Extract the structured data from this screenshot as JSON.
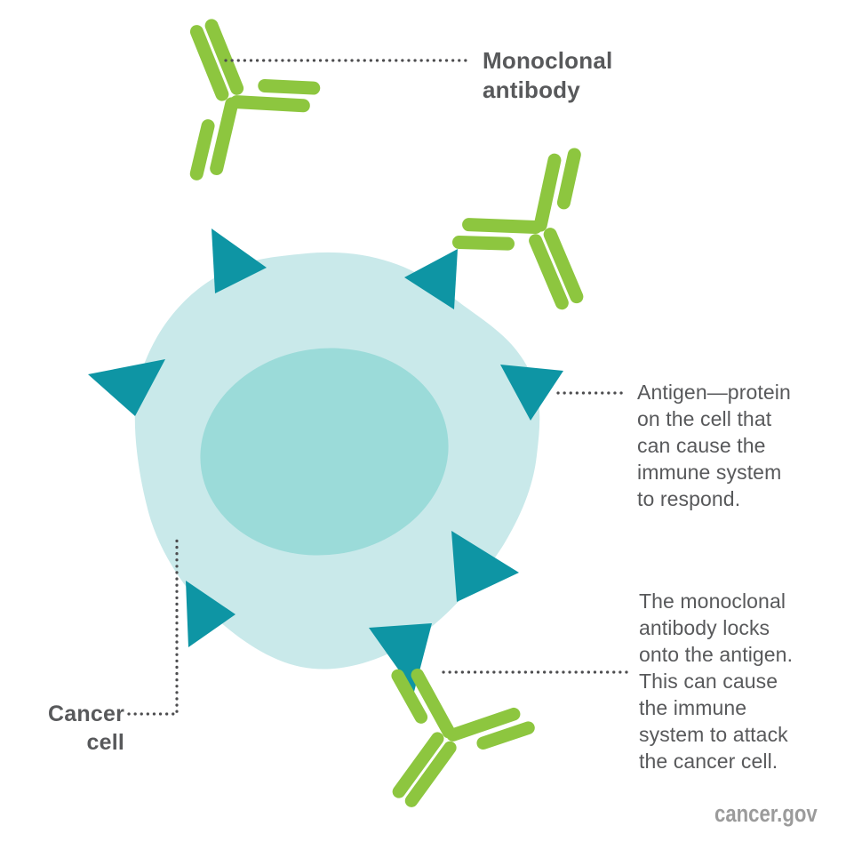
{
  "diagram": {
    "callouts": {
      "monoclonal_label": "Monoclonal\nantibody",
      "antigen_note": "Antigen—protein\non the cell that\ncan cause the\nimmune system\nto respond.",
      "mechanism_note": "The monoclonal\nantibody locks\nonto the antigen.\nThis can cause\nthe immune\nsystem to attack\nthe cancer cell.",
      "cancer_cell_label": "Cancer\ncell",
      "attribution": "cancer.gov"
    },
    "colors": {
      "antibody_green": "#8DC63F",
      "cell_body": "#C9E9EA",
      "cell_nucleus": "#9BDBD9",
      "antigen_teal": "#0E95A4",
      "text_dark": "#58595B",
      "attribution_gray": "#9B9B9B",
      "dotted_line": "#4D4D4F",
      "background": "#FFFFFF"
    }
  }
}
